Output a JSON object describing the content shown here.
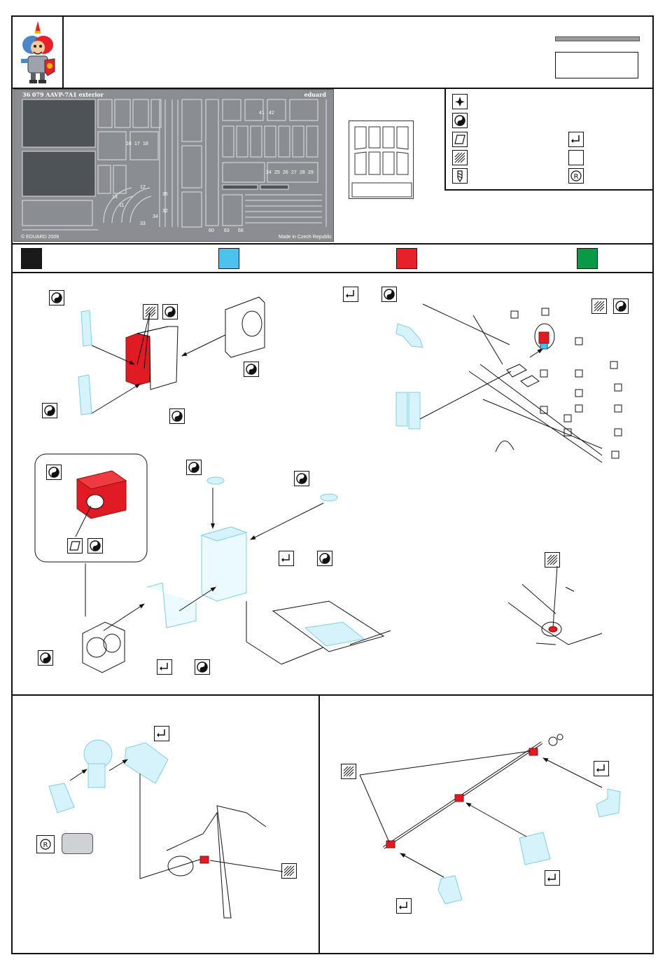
{
  "header": {
    "logo": "eduard-knight-mascot-logo"
  },
  "fret": {
    "title": "36 079   AAVP-7A1 exterior",
    "brand": "eduard",
    "copyright": "© EDUARD 2009",
    "made_in": "Made in Czech Republic",
    "part_numbers": [
      "17",
      "18",
      "16",
      "13",
      "12",
      "11",
      "32",
      "33",
      "34",
      "35",
      "24",
      "25",
      "26",
      "27",
      "28",
      "29",
      "41",
      "42",
      "60",
      "63",
      "66"
    ]
  },
  "colors": {
    "black": "#1a1a1a",
    "blue": "#4cc3ec",
    "red": "#e8202a",
    "green": "#0a9a45",
    "fret": "#8a8e93",
    "part_blue": "#aee6f7",
    "part_red": "#e01b24"
  },
  "legend": {
    "symbols_left": [
      "star-symbol-icon",
      "yinyang-symbol-icon",
      "parallelogram-symbol-icon",
      "hatched-symbol-icon",
      "drill-symbol-icon"
    ],
    "symbols_right": [
      "bend-arrow-symbol-icon",
      "empty-box-symbol-icon",
      "r-circle-symbol-icon"
    ]
  },
  "swatches": [
    "black",
    "blue",
    "red",
    "green"
  ]
}
